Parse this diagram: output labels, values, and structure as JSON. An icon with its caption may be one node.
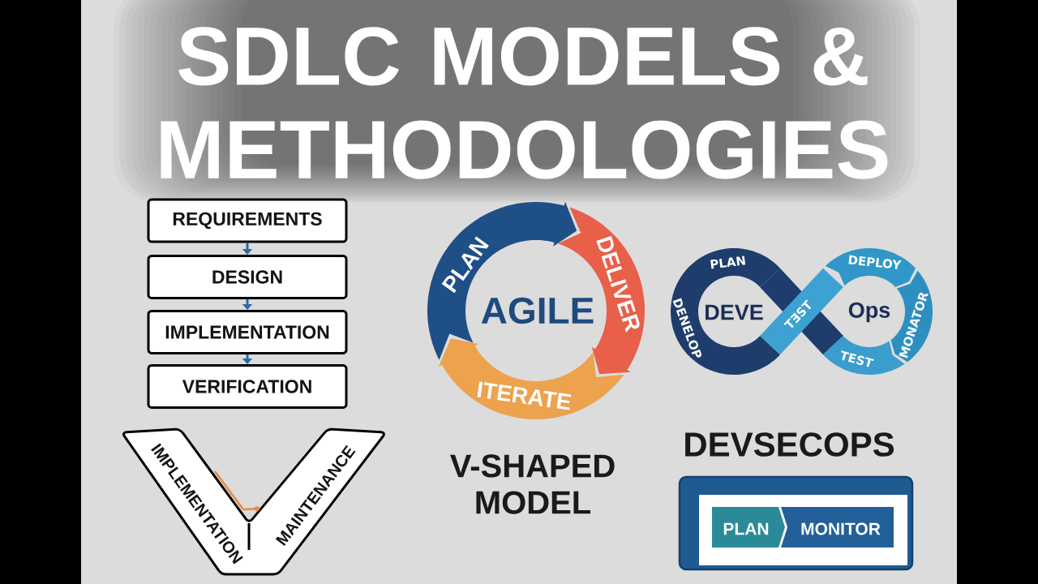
{
  "diagram": {
    "title": "SDLC MODELS & METHODOLOGIES",
    "nodes": [
      {
        "text": [
          "REQUIREMENTS"
        ]
      },
      {
        "text": [
          "DESIGN"
        ]
      },
      {
        "text": [
          "IMPLEMENTATION"
        ]
      },
      {
        "text": [
          "VERIFICATION"
        ]
      },
      {
        "text": [
          "IMPLEMENTATION",
          "MAINTENANCE"
        ]
      },
      {
        "text": [
          "PLAN"
        ]
      },
      {
        "text": [
          "DELIVER"
        ]
      },
      {
        "text": [
          "ITERATE"
        ]
      },
      {
        "text": [
          "PLAN",
          "DENELOP"
        ]
      },
      {
        "text": [
          "TƎST"
        ]
      },
      {
        "text": [
          "DEPLOY"
        ]
      },
      {
        "text": [
          "MONATOR"
        ]
      },
      {
        "text": [
          "TEST"
        ]
      },
      {
        "text": [
          "DEVSECOPS"
        ]
      },
      {
        "text": [
          "PLAN"
        ],
        "in": 13
      },
      {
        "text": [
          "MONITOR"
        ],
        "in": 13
      }
    ],
    "edges": [
      {
        "from": 0,
        "to": 1,
        "arrow": "to"
      },
      {
        "from": 1,
        "to": 2,
        "arrow": "to"
      },
      {
        "from": 2,
        "to": 3,
        "arrow": "to"
      }
    ],
    "labels": [
      "AGILE",
      "DEVE",
      "Ops",
      "V-SHAPED MODEL"
    ]
  }
}
